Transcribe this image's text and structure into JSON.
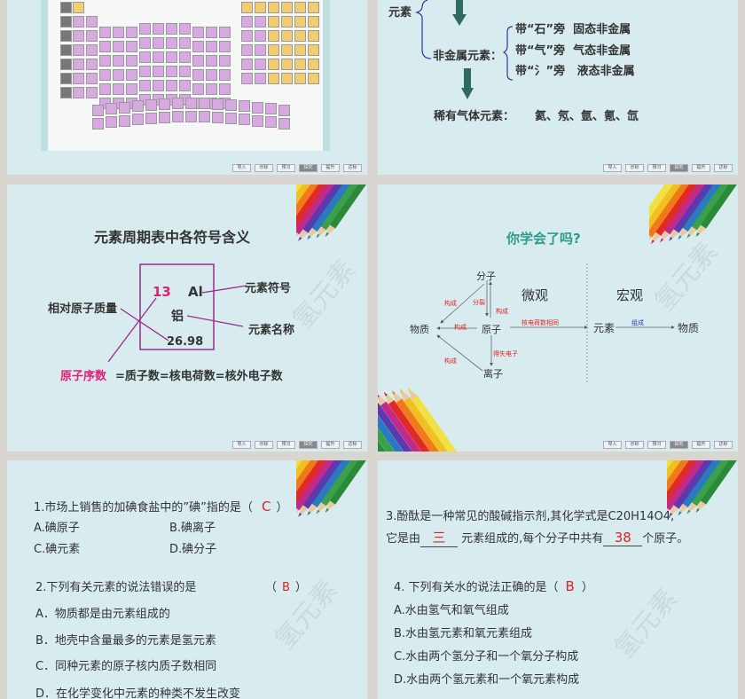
{
  "nav": [
    "导入",
    "示标",
    "预习",
    "探究",
    "提升",
    "达标"
  ],
  "nav_active": 3,
  "watermark": "氢元素",
  "slide_top_right": {
    "left_label": "元素",
    "nonmetal_label": "非金属元素：",
    "nonmetal_items": [
      "带“石”旁  固态非金属",
      "带“气”旁  气态非金属",
      "带“氵”旁   液态非金属"
    ],
    "noble_label": "稀有气体元素：",
    "noble_items": "氦、氖、氩、氪、氙"
  },
  "slide_symbols": {
    "title": "元素周期表中各符号含义",
    "atomic_number": "13",
    "symbol": "Al",
    "name": "铝",
    "mass": "26.98",
    "label_symbol": "元素符号",
    "label_name": "元素名称",
    "label_mass": "相对原子质量",
    "label_number": "原子序数",
    "equation": "=质子数=核电荷数=核外电子数"
  },
  "slide_review": {
    "title": "你学会了吗?",
    "molecule": "分子",
    "matter": "物质",
    "atom": "原子",
    "ion": "离子",
    "micro": "微观",
    "macro": "宏观",
    "element": "元素",
    "matter2": "物质",
    "compose": "构成",
    "split": "分裂",
    "same_charge": "核电荷数相同",
    "gain_lose": "得失电子",
    "consist": "组成"
  },
  "quiz1": {
    "q1": "1.市场上销售的加碘食盐中的”碘”指的是（",
    "q1_answer": "C",
    "close": "）",
    "q1_options": [
      "A.碘原子",
      "B.碘离子",
      "C.碘元素",
      "D.碘分子"
    ],
    "q2": "2.下列有关元素的说法错误的是",
    "q2_open": "（",
    "q2_answer": "B",
    "q2_options": [
      "A．物质都是由元素组成的",
      "B．地壳中含量最多的元素是氢元素",
      "C．同种元素的原子核内质子数相同",
      "D．在化学变化中元素的种类不发生改变"
    ]
  },
  "quiz2": {
    "q3_line1": "3.酚酞是一种常见的酸碱指示剂,其化学式是C20H14O4,",
    "q3_pre": "它是由",
    "q3_blank1": "三",
    "q3_mid": "元素组成的,每个分子中共有",
    "q3_blank2": "38",
    "q3_post": "个原子。",
    "q4": "4. 下列有关水的说法正确的是（",
    "q4_answer": "B",
    "close": "）",
    "q4_options": [
      "A.水由氢气和氧气组成",
      "B.水由氢元素和氧元素组成",
      "C.水由两个氢分子和一个氧分子构成",
      "D.水由两个氢元素和一个氧元素构成"
    ]
  },
  "colors": {
    "slide_bg": "#d8ecef",
    "answer": "#e02020",
    "arrow": "#2f6b5e",
    "brace": "#2b3a9a",
    "pink": "#e0207a"
  }
}
